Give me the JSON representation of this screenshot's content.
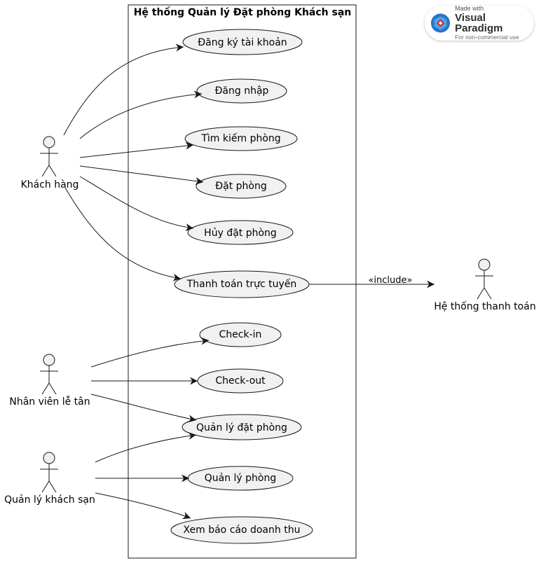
{
  "diagram": {
    "system_title": "Hệ thống Quản lý Đặt phòng Khách sạn",
    "actors": {
      "khach_hang": "Khách hàng",
      "nhan_vien": "Nhân viên lễ tân",
      "quan_ly": "Quản lý khách sạn",
      "he_thong_tt": "Hệ thống thanh toán"
    },
    "use_cases": {
      "dang_ky": "Đăng ký tài khoản",
      "dang_nhap": "Đăng nhập",
      "tim_kiem": "Tìm kiếm phòng",
      "dat_phong": "Đặt phòng",
      "huy_dat": "Hủy đặt phòng",
      "thanh_toan": "Thanh toán trực tuyến",
      "checkin": "Check-in",
      "checkout": "Check-out",
      "ql_dat_phong": "Quản lý đặt phòng",
      "ql_phong": "Quản lý phòng",
      "bao_cao": "Xem báo cáo doanh thu"
    },
    "include_label": "«include»"
  },
  "watermark": {
    "made_with": "Made with",
    "brand": "Visual Paradigm",
    "note": "For non-commercial use"
  },
  "colors": {
    "usecase_fill": "#f1f1f1",
    "line": "#181818",
    "actor_fill": "#f1f1f1"
  }
}
